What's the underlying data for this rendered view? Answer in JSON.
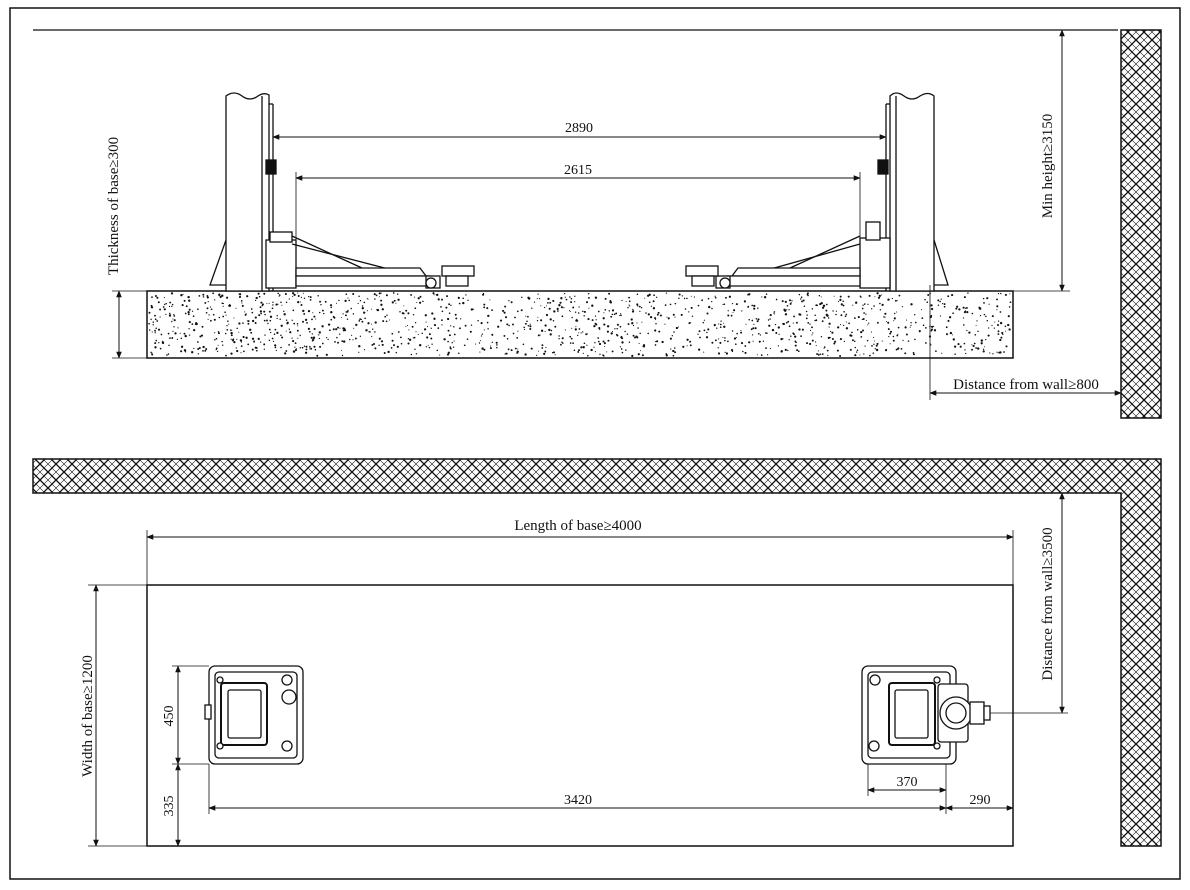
{
  "colors": {
    "ink": "#111111",
    "paper": "#ffffff",
    "fill_light": "#d9d9d9"
  },
  "side_view": {
    "dim_outer_span": "2890",
    "dim_inner_span": "2615",
    "label_base_thickness": "Thickness of base≥300",
    "label_min_height": "Min height≥3150",
    "label_wall_distance": "Distance from wall≥800"
  },
  "plan_view": {
    "label_base_length": "Length of base≥4000",
    "label_base_width": "Width of base≥1200",
    "label_wall_distance": "Distance from wall≥3500",
    "dim_pad_height": "450",
    "dim_edge_offset": "335",
    "dim_post_spacing": "3420",
    "dim_pad_width": "370",
    "dim_end_offset": "290"
  }
}
